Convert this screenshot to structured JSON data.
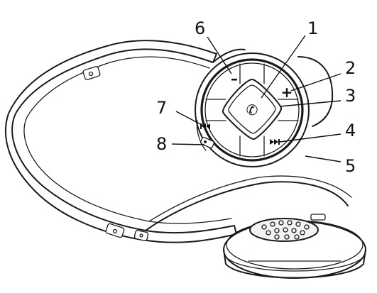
{
  "callouts": [
    {
      "id": "1",
      "label": "1"
    },
    {
      "id": "2",
      "label": "2"
    },
    {
      "id": "3",
      "label": "3"
    },
    {
      "id": "4",
      "label": "4"
    },
    {
      "id": "5",
      "label": "5"
    },
    {
      "id": "6",
      "label": "6"
    },
    {
      "id": "7",
      "label": "7"
    },
    {
      "id": "8",
      "label": "8"
    }
  ],
  "controls": {
    "minus": "–",
    "plus": "+",
    "call": "✆",
    "prev_icon": "prev-track-icon",
    "next_icon": "next-track-icon",
    "power_icon": "power-switch-icon"
  },
  "colors": {
    "ink": "#1a1a1a",
    "background": "#ffffff"
  }
}
